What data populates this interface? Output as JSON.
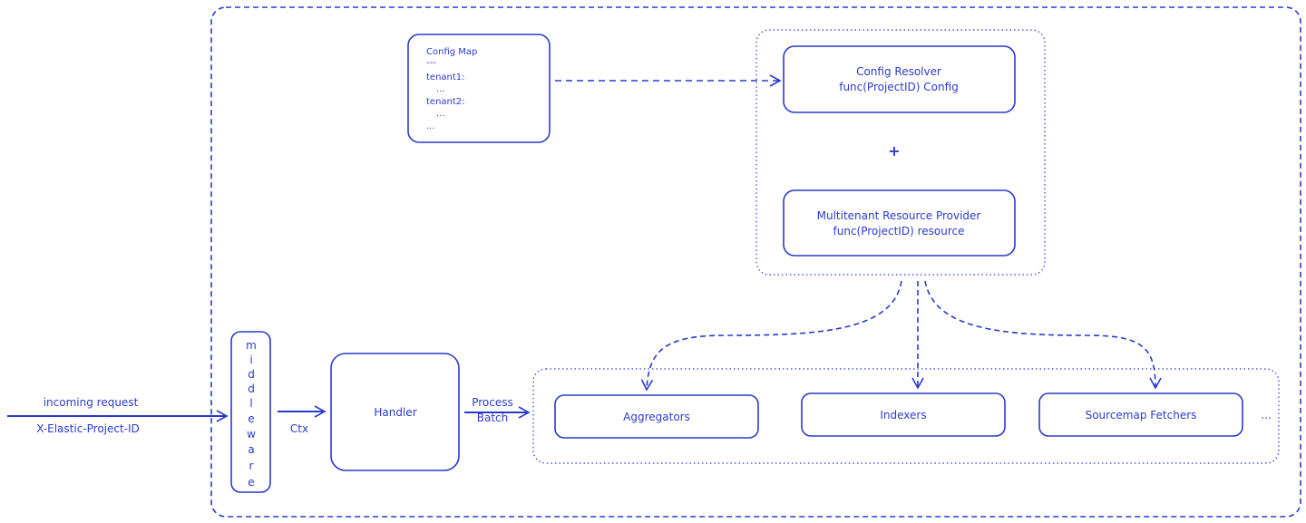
{
  "colors": {
    "ink": "#2b3bc9",
    "background": "#ffffff"
  },
  "incoming": {
    "label": "incoming request",
    "header": "X-Elastic-Project-ID"
  },
  "middleware": {
    "letters": [
      "m",
      "i",
      "d",
      "d",
      "l",
      "e",
      "w",
      "a",
      "r",
      "e"
    ]
  },
  "ctx_label": "Ctx",
  "handler": {
    "label": "Handler"
  },
  "process_batch": {
    "line1": "Process",
    "line2": "Batch"
  },
  "config_map": {
    "lines": [
      "Config Map",
      "---",
      "tenant1:",
      "...",
      "tenant2:",
      "...",
      "..."
    ]
  },
  "config_resolver": {
    "line1": "Config Resolver",
    "line2": "func(ProjectID) Config"
  },
  "plus": "+",
  "resource_provider": {
    "line1": "Multitenant Resource Provider",
    "line2": "func(ProjectID) resource"
  },
  "consumers": {
    "items": [
      "Aggregators",
      "Indexers",
      "Sourcemap Fetchers"
    ],
    "more": "..."
  }
}
